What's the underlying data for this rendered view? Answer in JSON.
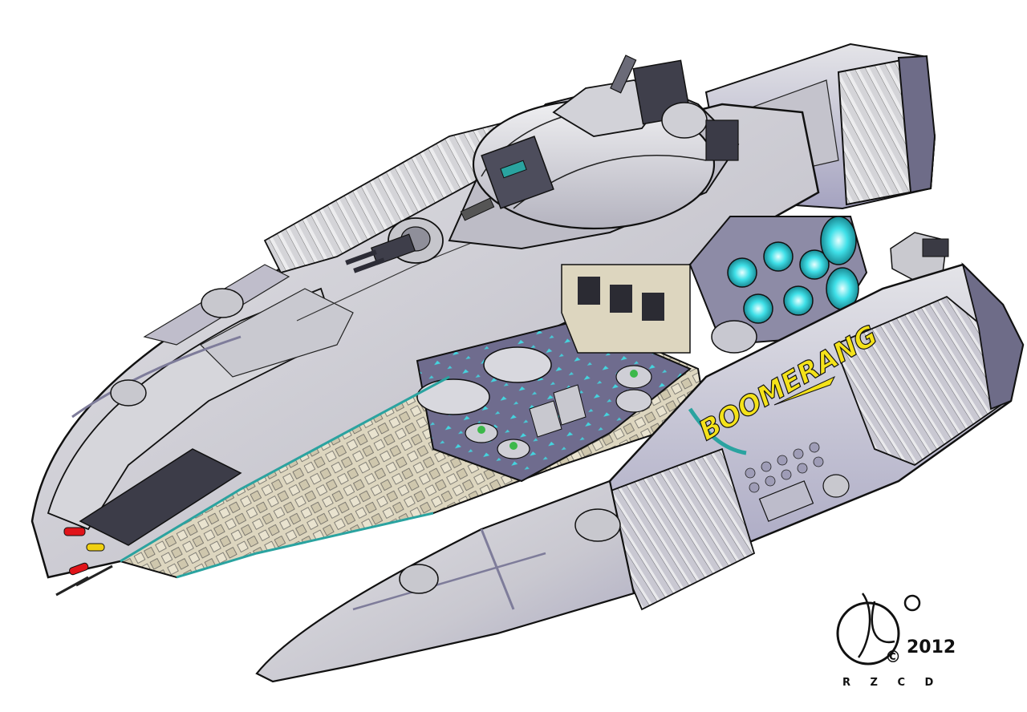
{
  "artwork": {
    "ship_name": "BOOMERANG",
    "copyright_symbol": "©",
    "year": "2012",
    "artist_initials": "R Z C D"
  },
  "colors": {
    "hull_light": "#d2d2d6",
    "hull_shadow": "#9a98b6",
    "outline": "#111111",
    "interior_floor": "#6f6c8e",
    "bulkhead_beige": "#d9d1b8",
    "glow_cyan": "#3fe0e8",
    "name_yellow": "#f4e21a",
    "weapon_red": "#e0141a",
    "weapon_yellow": "#f0d010",
    "background": "#ffffff"
  }
}
